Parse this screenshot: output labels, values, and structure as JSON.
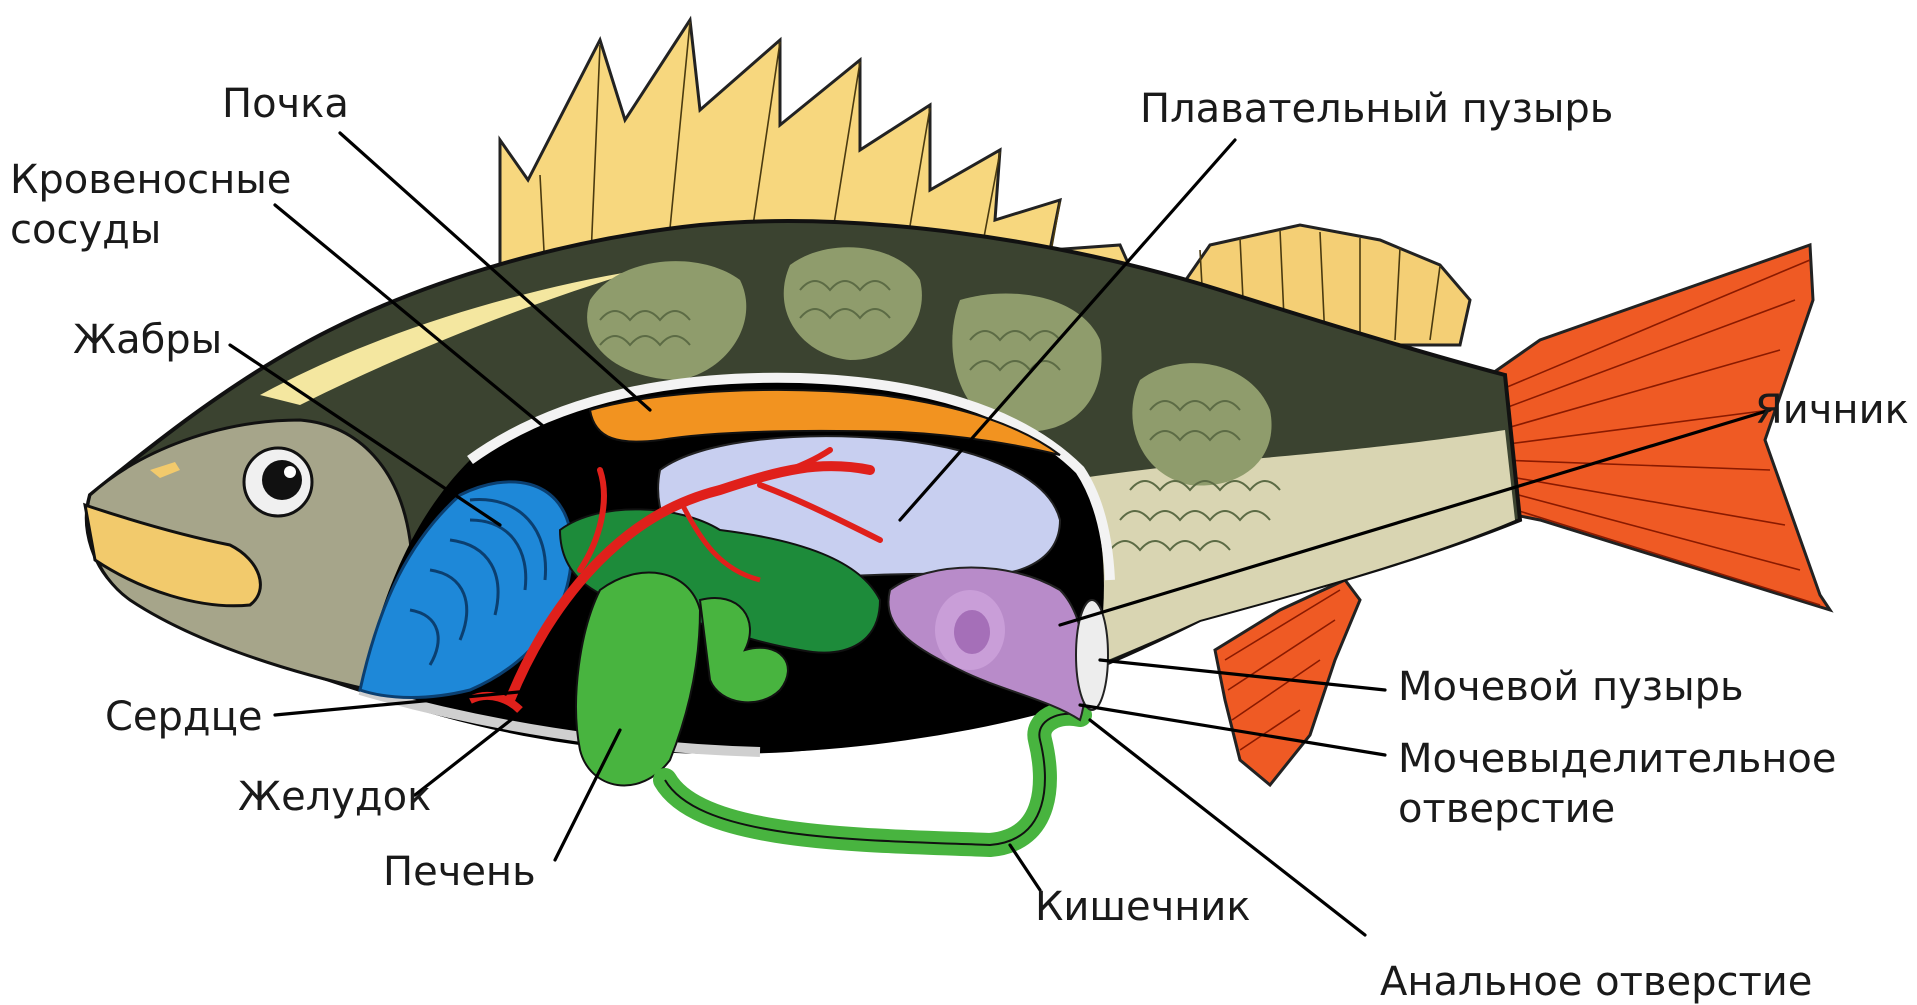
{
  "labels": {
    "kidney": "Почка",
    "blood_vessels_1": "Кровеносные",
    "blood_vessels_2": "сосуды",
    "gills": "Жабры",
    "swim_bladder": "Плавательный пузырь",
    "ovary": "Яичник",
    "heart": "Сердце",
    "stomach": "Желудок",
    "liver": "Печень",
    "intestine": "Кишечник",
    "urinary_bladder": "Мочевой пузырь",
    "urinary_opening_1": "Мочевыделительное",
    "urinary_opening_2": "отверстие",
    "anal_opening": "Анальное отверстие"
  },
  "colors": {
    "dorsal_fin": "#f7d77e",
    "caudal_fin": "#ef5a24",
    "body_dark": "#3b4330",
    "body_belly": "#d9d5b2",
    "scale_patch": "#8f9c6c",
    "head": "#a6a58a",
    "lip": "#f2ca6c",
    "cavity": "#000000",
    "gills": "#1e88d8",
    "kidney": "#f29320",
    "swim_bladder": "#c8cff0",
    "blood_vessels": "#e0201b",
    "liver_stomach_intestine": "#48b43f",
    "ovary": "#b88bc9",
    "urinary_bladder": "#ededed"
  }
}
